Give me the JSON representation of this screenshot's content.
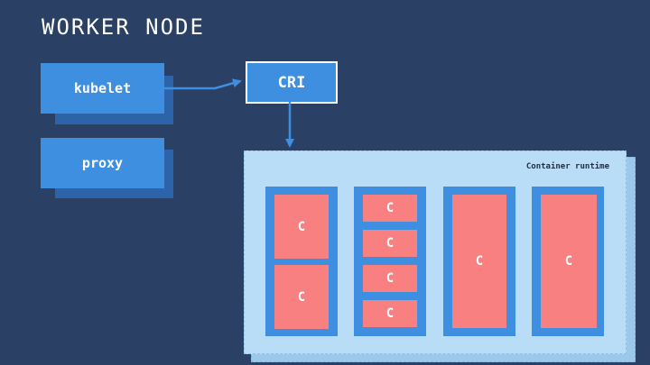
{
  "title": "WORKER NODE",
  "components": {
    "kubelet": "kubelet",
    "proxy": "proxy",
    "cri": "CRI"
  },
  "runtime": {
    "label": "Container runtime",
    "pods": [
      {
        "containers": [
          "C",
          "C"
        ]
      },
      {
        "containers": [
          "C",
          "C",
          "C",
          "C"
        ]
      },
      {
        "containers": [
          "C"
        ]
      },
      {
        "containers": [
          "C"
        ]
      }
    ]
  },
  "colors": {
    "background": "#2a4165",
    "component": "#3f8fe0",
    "component_shadow": "#2d63a8",
    "runtime": "#b9dcf7",
    "container": "#f88080"
  }
}
